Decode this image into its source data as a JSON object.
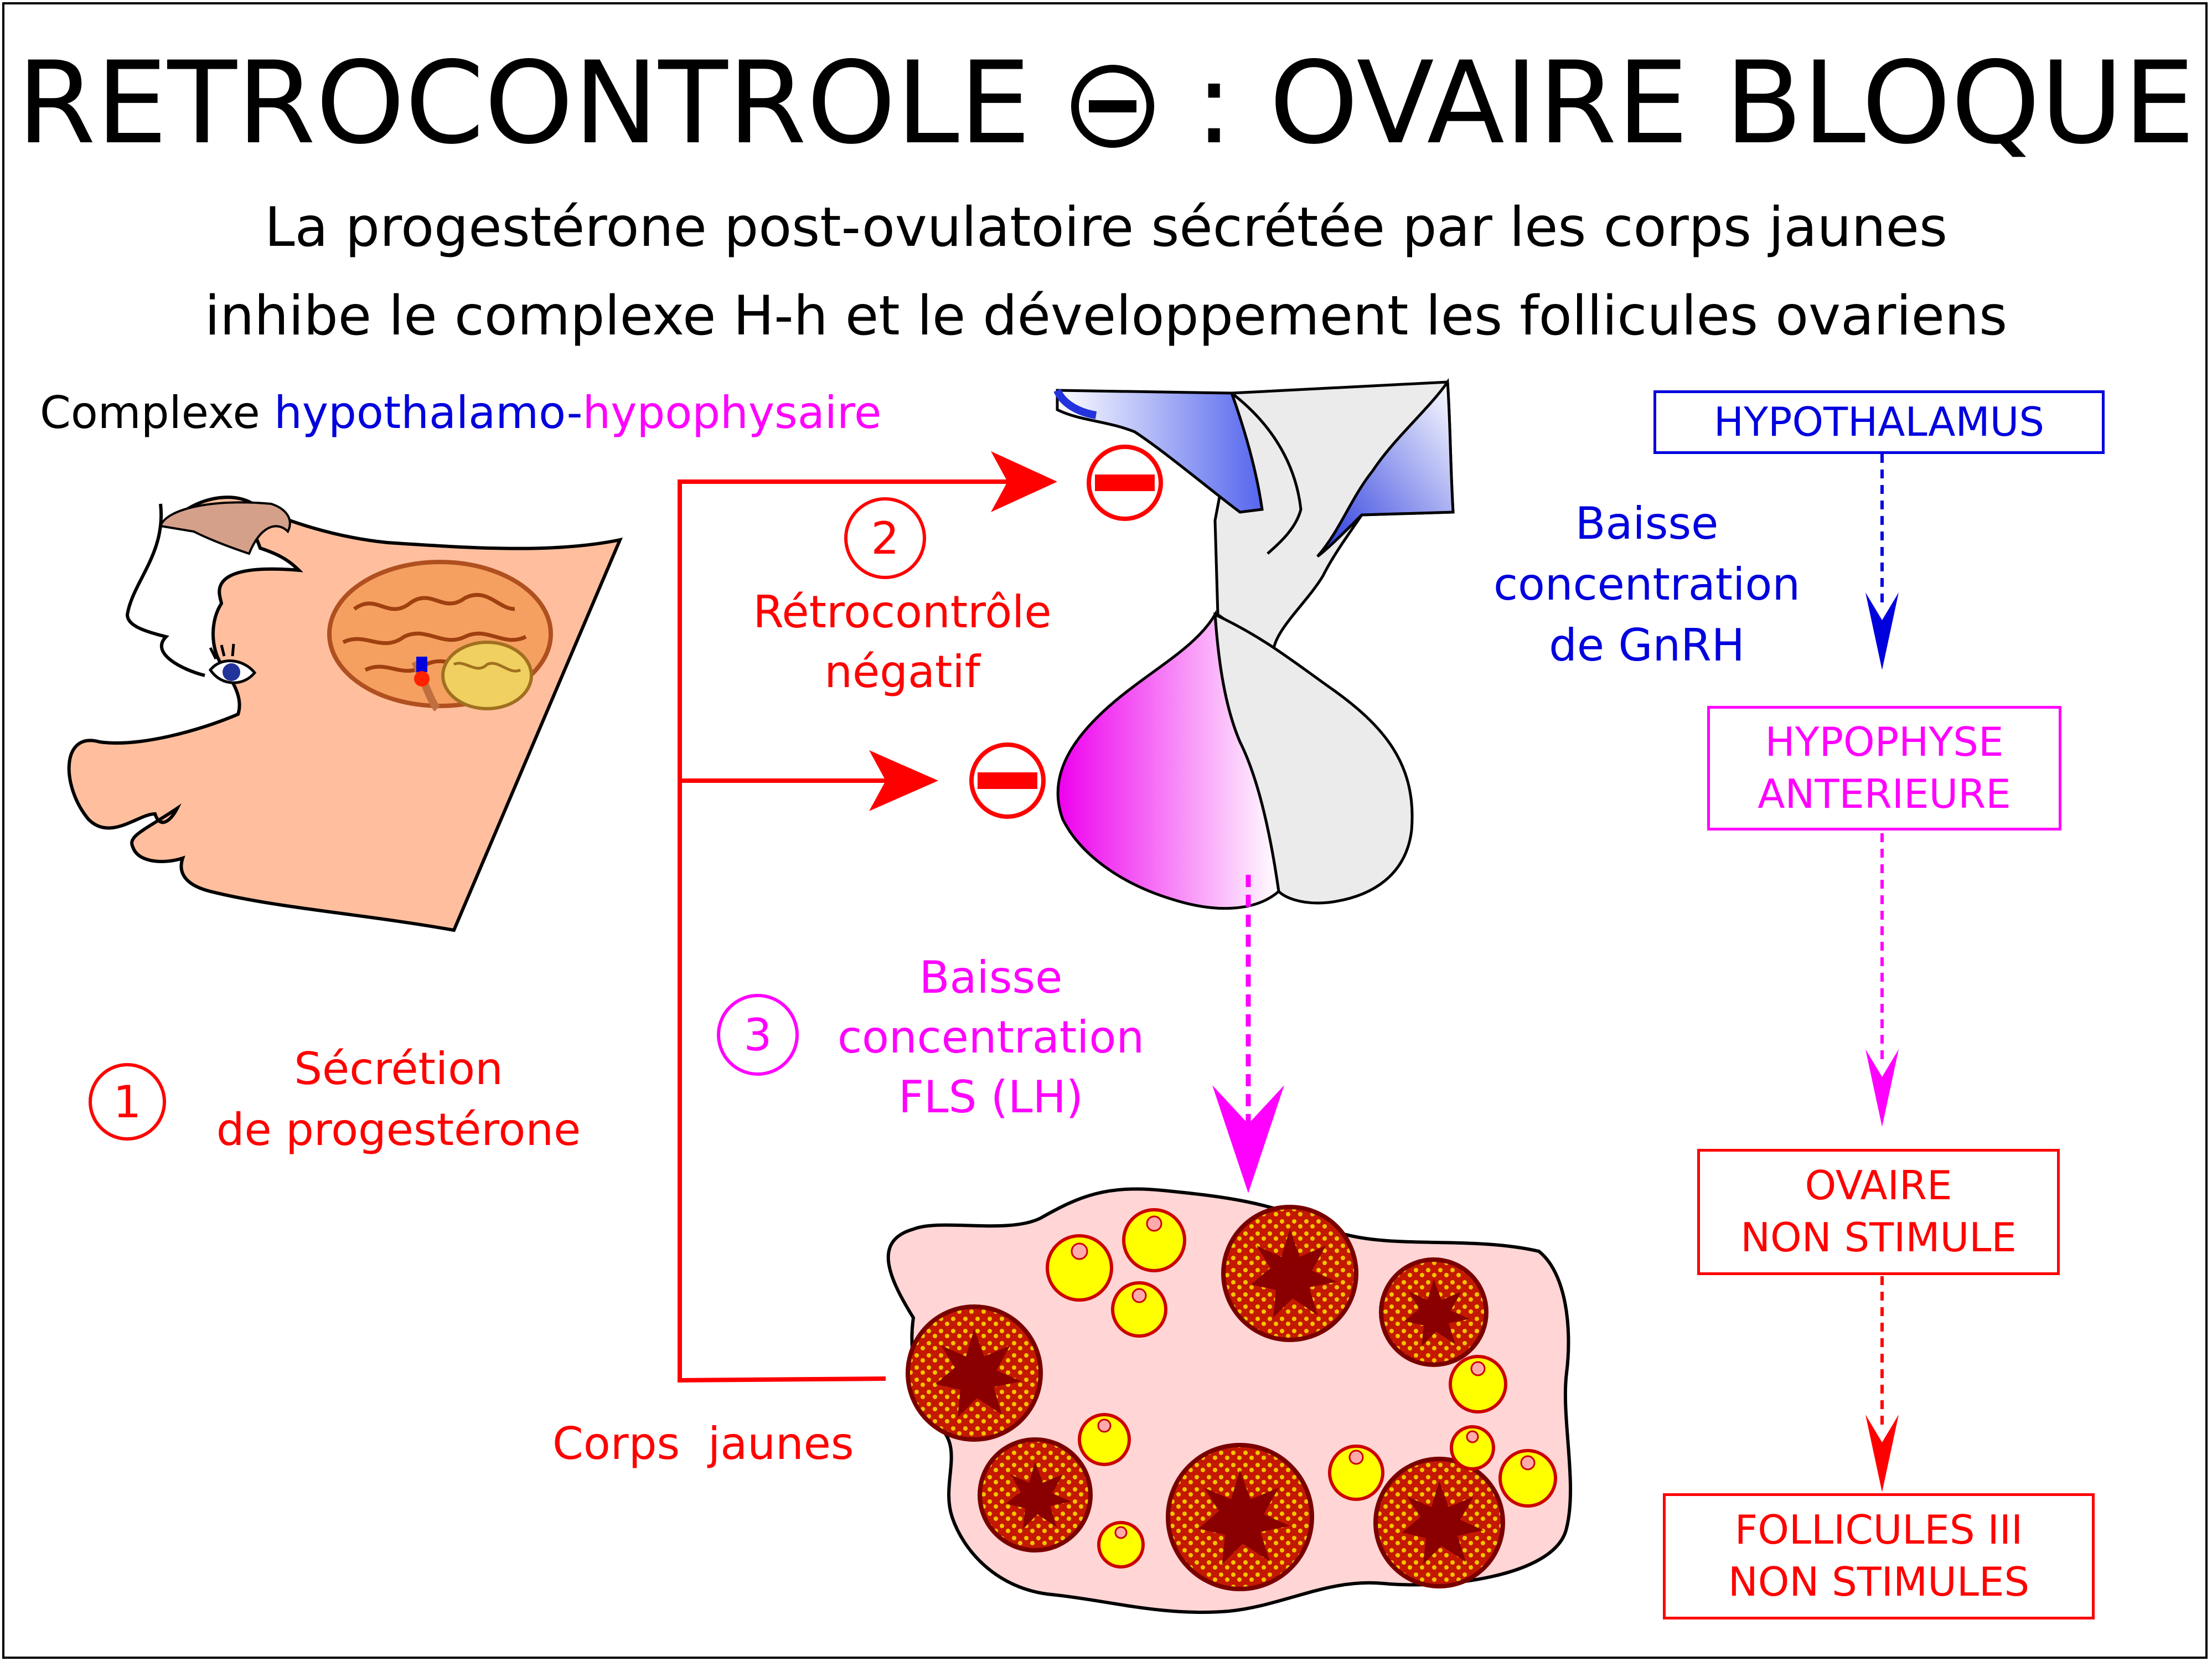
{
  "title": {
    "left": "RETROCONTROLE",
    "symbol": "minus-in-circle",
    "right": ": OVAIRE BLOQUE"
  },
  "subtitle": {
    "line1": "La progestérone post-ovulatoire sécrétée par les corps jaunes",
    "line2": "inhibe le complexe H-h et le développement les follicules ovariens"
  },
  "complex_label": {
    "prefix": "Complexe ",
    "hypothalamo": "hypothalamo-",
    "hypophysaire": "hypophysaire"
  },
  "steps": [
    {
      "number": "1",
      "lines": [
        "Sécrétion",
        "de progestérone"
      ]
    },
    {
      "number": "2",
      "lines": [
        "Rétrocontrôle",
        "négatif"
      ]
    },
    {
      "number": "3",
      "lines": [
        "Baisse",
        "concentration",
        "FLS (LH)"
      ]
    }
  ],
  "corps_jaunes_label": "Corps  jaunes",
  "gnrh_label": [
    "Baisse",
    "concentration",
    "de GnRH"
  ],
  "flow_boxes": [
    {
      "lines": [
        "HYPOTHALAMUS"
      ],
      "color": "#0000dd"
    },
    {
      "lines": [
        "HYPOPHYSE",
        "ANTERIEURE"
      ],
      "color": "#ff00ff"
    },
    {
      "lines": [
        "OVAIRE",
        "NON STIMULE"
      ],
      "color": "#ff0000"
    },
    {
      "lines": [
        "FOLLICULES III",
        "NON STIMULES"
      ],
      "color": "#ff0000"
    }
  ],
  "icons": [
    "head-profile-icon",
    "brain-icon",
    "pituitary-gland-icon",
    "ovary-icon",
    "minus-circle-icon"
  ],
  "colors": {
    "hypothalamus": "#0000dd",
    "hypophysis": "#ff00ff",
    "progesterone": "#ff0000",
    "skin": "#ffbf9f",
    "ovary": "#ffd5d5",
    "corpus_luteum": "#cc0000",
    "follicle": "#ffff00"
  }
}
